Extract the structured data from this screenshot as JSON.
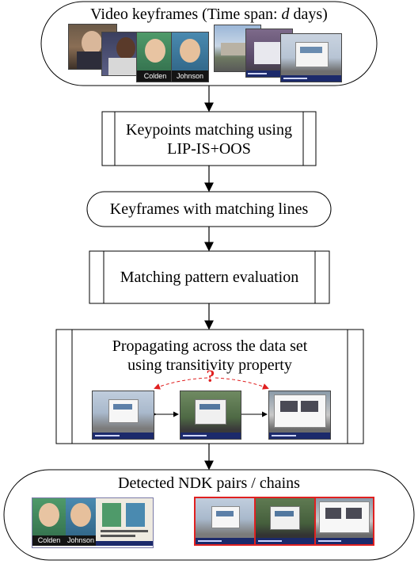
{
  "nodes": {
    "video_keyframes": {
      "label_prefix": "Video keyframes (Time span: ",
      "label_var": "d",
      "label_suffix": " days)",
      "frame_captions": [
        "Colden",
        "Johnson"
      ]
    },
    "keypoints_matching": {
      "line1": "Keypoints matching using",
      "line2": "LIP-IS+OOS"
    },
    "keyframes_matching_lines": {
      "label": "Keyframes with matching lines"
    },
    "pattern_evaluation": {
      "label": "Matching pattern evaluation"
    },
    "propagating": {
      "line1": "Propagating across the data set",
      "line2": "using transitivity property",
      "question_mark": "?"
    },
    "detected_ndk": {
      "label": "Detected NDK pairs / chains",
      "frame_captions": [
        "Colden",
        "Johnson"
      ]
    }
  },
  "colors": {
    "stroke": "#000000",
    "question": "#e02020",
    "highlight": "#e02020",
    "pair_border": "#7a7aa8"
  }
}
